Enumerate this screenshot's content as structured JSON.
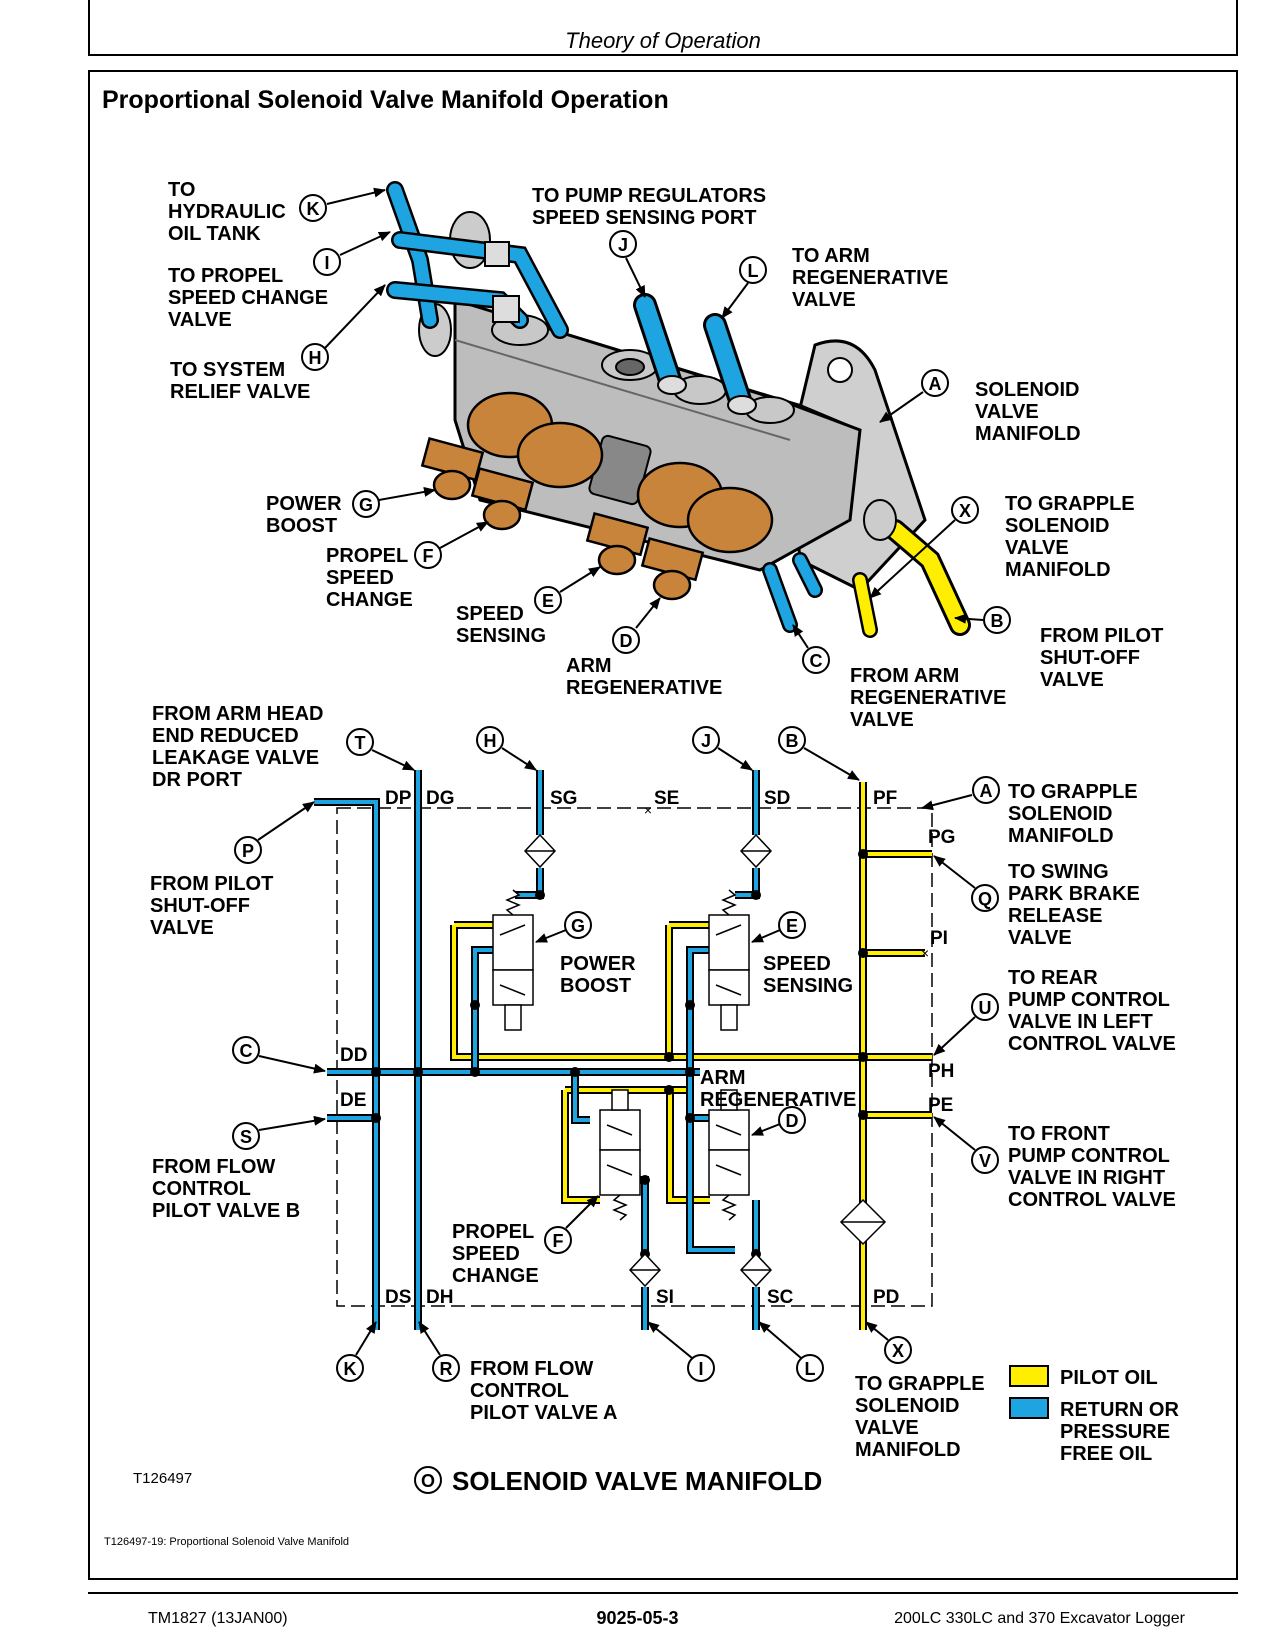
{
  "header": {
    "title": "Theory of Operation"
  },
  "figure": {
    "title": "Proportional Solenoid Valve Manifold Operation",
    "id": "T126497",
    "caption": "T126497-19: Proportional Solenoid Valve Manifold",
    "schematic_title": "SOLENOID VALVE MANIFOLD",
    "schematic_letter": "O"
  },
  "legend": {
    "pilot_oil": "PILOT OIL",
    "return_line1": "RETURN OR",
    "return_line2": "PRESSURE",
    "return_line3": "FREE OIL",
    "pilot_color": "#ffee00",
    "return_color": "#1ea4e0"
  },
  "pictorial_labels": {
    "J": [
      "TO",
      "HYDRAULIC",
      "OIL TANK"
    ],
    "I": [
      "TO PROPEL",
      "SPEED CHANGE",
      "VALVE"
    ],
    "H": [
      "TO SYSTEM",
      "RELIEF VALVE"
    ],
    "K": [
      "TO PUMP REGULATORS",
      "SPEED SENSING PORT"
    ],
    "L": [
      "TO ARM",
      "REGENERATIVE",
      "VALVE"
    ],
    "A": [
      "SOLENOID",
      "VALVE",
      "MANIFOLD"
    ],
    "X": [
      "TO GRAPPLE",
      "SOLENOID",
      "VALVE",
      "MANIFOLD"
    ],
    "B": [
      "FROM PILOT",
      "SHUT-OFF",
      "VALVE"
    ],
    "C": [
      "FROM ARM",
      "REGENERATIVE",
      "VALVE"
    ],
    "D": [
      "ARM",
      "REGENERATIVE"
    ],
    "E": [
      "SPEED",
      "SENSING"
    ],
    "F": [
      "PROPEL",
      "SPEED",
      "CHANGE"
    ],
    "G": [
      "POWER",
      "BOOST"
    ]
  },
  "schematic_labels": {
    "R": [
      "FROM ARM HEAD",
      "END REDUCED",
      "LEAKAGE VALVE",
      "DR PORT"
    ],
    "P": [
      "FROM PILOT",
      "SHUT-OFF",
      "VALVE"
    ],
    "U": [
      "FROM FLOW",
      "CONTROL",
      "PILOT VALVE B"
    ],
    "T": [
      "FROM FLOW",
      "CONTROL",
      "PILOT VALVE A"
    ],
    "A": [
      "TO GRAPPLE",
      "SOLENOID",
      "MANIFOLD"
    ],
    "Q": [
      "TO SWING",
      "PARK BRAKE",
      "RELEASE",
      "VALVE"
    ],
    "S": [
      "TO REAR",
      "PUMP CONTROL",
      "VALVE IN LEFT",
      "CONTROL VALVE"
    ],
    "V": [
      "TO FRONT",
      "PUMP CONTROL",
      "VALVE IN RIGHT",
      "CONTROL VALVE"
    ],
    "X": [
      "TO GRAPPLE",
      "SOLENOID",
      "VALVE",
      "MANIFOLD"
    ],
    "G": [
      "POWER",
      "BOOST"
    ],
    "E": [
      "SPEED",
      "SENSING"
    ],
    "D": [
      "ARM",
      "REGENERATIVE"
    ],
    "F": [
      "PROPEL",
      "SPEED",
      "CHANGE"
    ]
  },
  "ports": {
    "DP": "DP",
    "DG": "DG",
    "SG": "SG",
    "SE": "SE",
    "SD": "SD",
    "PF": "PF",
    "PG": "PG",
    "PI": "PI",
    "PH": "PH",
    "PE": "PE",
    "DD": "DD",
    "DE": "DE",
    "DS": "DS",
    "DH": "DH",
    "SI": "SI",
    "SC": "SC",
    "PD": "PD"
  },
  "letters": [
    "A",
    "B",
    "C",
    "D",
    "E",
    "F",
    "G",
    "H",
    "I",
    "J",
    "K",
    "L",
    "P",
    "Q",
    "R",
    "S",
    "T",
    "U",
    "V",
    "X"
  ],
  "footer": {
    "left": "TM1827 (13JAN00)",
    "center": "9025-05-3",
    "right": "200LC 330LC and 370 Excavator Logger"
  }
}
